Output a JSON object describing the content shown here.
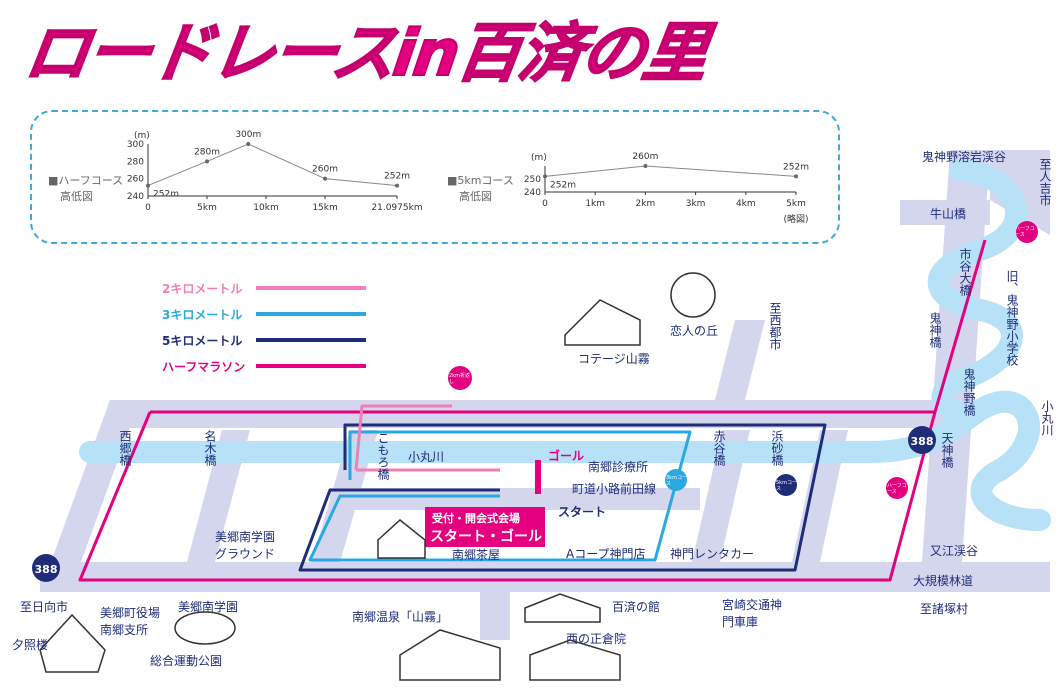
{
  "title": "ロードレースin百済の里",
  "profiles": {
    "half": {
      "label_line1": "■ハーフコース",
      "label_line2": "高低図",
      "unit": "(m)",
      "y_ticks": [
        "300",
        "280",
        "260",
        "240"
      ],
      "x_ticks": [
        "0",
        "5km",
        "10km",
        "15km",
        "21.0975km"
      ],
      "points": [
        {
          "km": 0,
          "m": 252,
          "label": "252m"
        },
        {
          "km": 5,
          "m": 280,
          "label": "280m"
        },
        {
          "km": 8.5,
          "m": 300,
          "label": "300m"
        },
        {
          "km": 15,
          "m": 260,
          "label": "260m"
        },
        {
          "km": 21.0975,
          "m": 252,
          "label": "252m"
        }
      ]
    },
    "fivek": {
      "label_line1": "■5kmコース",
      "label_line2": "高低図",
      "unit": "(m)",
      "y_ticks": [
        "250",
        "240"
      ],
      "x_ticks": [
        "0",
        "1km",
        "2km",
        "3km",
        "4km",
        "5km"
      ],
      "note": "(略図)",
      "points": [
        {
          "km": 0,
          "m": 252,
          "label": "252m"
        },
        {
          "km": 2,
          "m": 260,
          "label": "260m"
        },
        {
          "km": 5,
          "m": 252,
          "label": "252m"
        }
      ]
    }
  },
  "legend": [
    {
      "label": "2キロメートル",
      "color": "#f07fb5"
    },
    {
      "label": "3キロメートル",
      "color": "#2aa8e0"
    },
    {
      "label": "5キロメートル",
      "color": "#1f2c77"
    },
    {
      "label": "ハーフマラソン",
      "color": "#e4007f"
    }
  ],
  "route_number": "388",
  "places": {
    "kijinno": "鬼神野溶岩渓谷",
    "ushiyama": "牛山橋",
    "shiroaki": "至人吉市",
    "ichitani": "市谷大橋",
    "kyuu_school": "旧、鬼神野小学校",
    "kijinnobashi": "鬼神橋",
    "kijinno_bridge2": "鬼神野橋",
    "omaru": "小丸川",
    "tenjin": "天神橋",
    "matae": "又江渓谷",
    "okura": "大規模林道",
    "shiba": "至諸塚村",
    "nishimera": "至西都市",
    "koibito": "恋人の丘",
    "cottage": "コテージ山霧",
    "nishiharashi": "西郷橋",
    "nagibashi": "名木橋",
    "komoro": "こもろ橋",
    "omaru_center": "小丸川",
    "nango_clinic": "南郷診療所",
    "goal": "ゴール",
    "machi": "町道小路前田線",
    "start": "スタート",
    "reception": "受付・開会式会場",
    "start_goal": "スタート・ゴール",
    "chaya": "南郷茶屋",
    "acoop": "Aコープ神門店",
    "rental": "神門レンタカー",
    "akai": "赤谷橋",
    "hamasuna": "浜砂橋",
    "school_ground": "美郷南学園グラウンド",
    "hyuga": "至日向市",
    "office": "美郷町役場南郷支所",
    "yuteru": "夕照楼",
    "nan_school": "美郷南学園",
    "park": "総合運動公園",
    "onsen": "南郷温泉「山霧」",
    "kudara": "百済の館",
    "shosoin": "西の正倉院",
    "miyazaki_bus": "宮崎交通神門車庫",
    "half_tag": "ハーフコース",
    "k2_tag": "2km折返し",
    "k3_tag": "3kmコース",
    "k5_tag": "5kmコース",
    "half_tag2": "ハーフコース"
  }
}
